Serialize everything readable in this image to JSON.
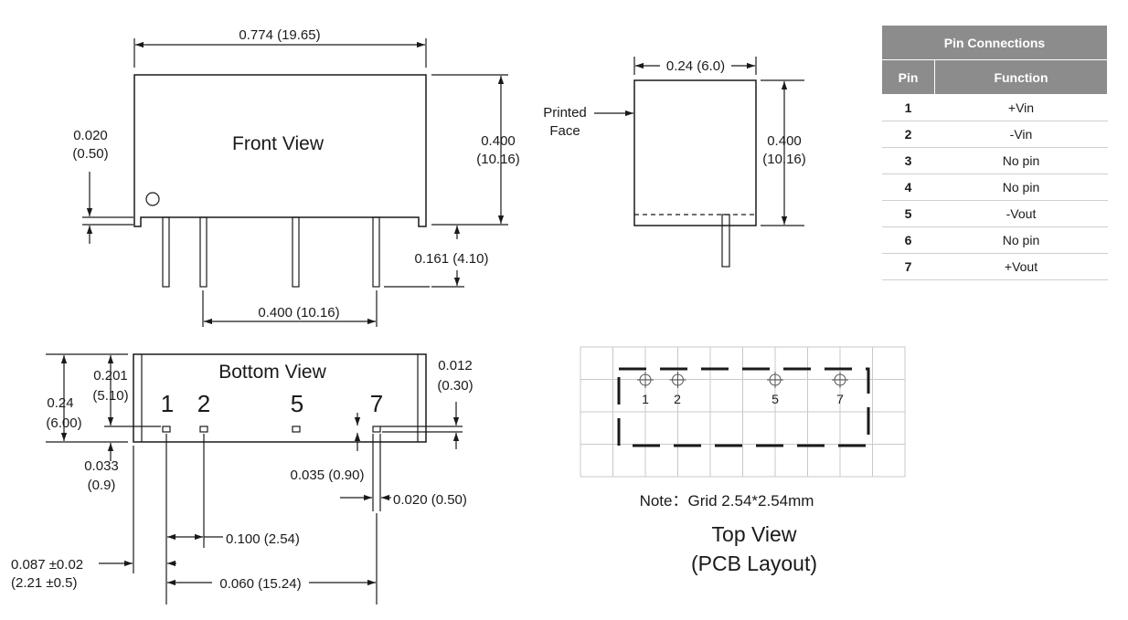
{
  "front_view": {
    "title": "Front View",
    "width_dim": "0.774 (19.65)",
    "height_dim_in": "0.400",
    "height_dim_mm": "(10.16)",
    "standoff_dim_in": "0.020",
    "standoff_dim_mm": "(0.50)",
    "pin_length_dim": "0.161 (4.10)",
    "pin_span_dim": "0.400 (10.16)"
  },
  "side_view": {
    "width_dim": "0.24 (6.0)",
    "height_dim_in": "0.400",
    "height_dim_mm": "(10.16)",
    "printed_face_line1": "Printed",
    "printed_face_line2": "Face"
  },
  "bottom_view": {
    "title": "Bottom View",
    "pin_labels": [
      "1",
      "2",
      "5",
      "7"
    ],
    "body_height_in": "0.24",
    "body_height_mm": "(6.00)",
    "offset_in": "0.201",
    "offset_mm": "(5.10)",
    "edge_in": "0.033",
    "edge_mm": "(0.9)",
    "top_right_in": "0.012",
    "top_right_mm": "(0.30)",
    "pin_depth": "0.035 (0.90)",
    "pin_width": "0.020 (0.50)",
    "pitch": "0.100 (2.54)",
    "end_offset_line1": "0.087 ±0.02",
    "end_offset_line2": "(2.21 ±0.5)",
    "span": "0.060 (15.24)"
  },
  "top_view": {
    "pin_labels": [
      "1",
      "2",
      "5",
      "7"
    ],
    "note": "Note：Grid 2.54*2.54mm",
    "title_line1": "Top View",
    "title_line2": "(PCB Layout)"
  },
  "pin_table": {
    "caption": "Pin Connections",
    "headers": [
      "Pin",
      "Function"
    ],
    "rows": [
      {
        "pin": "1",
        "function": "+Vin"
      },
      {
        "pin": "2",
        "function": "-Vin"
      },
      {
        "pin": "3",
        "function": "No pin"
      },
      {
        "pin": "4",
        "function": "No pin"
      },
      {
        "pin": "5",
        "function": "-Vout"
      },
      {
        "pin": "6",
        "function": "No pin"
      },
      {
        "pin": "7",
        "function": "+Vout"
      }
    ]
  }
}
